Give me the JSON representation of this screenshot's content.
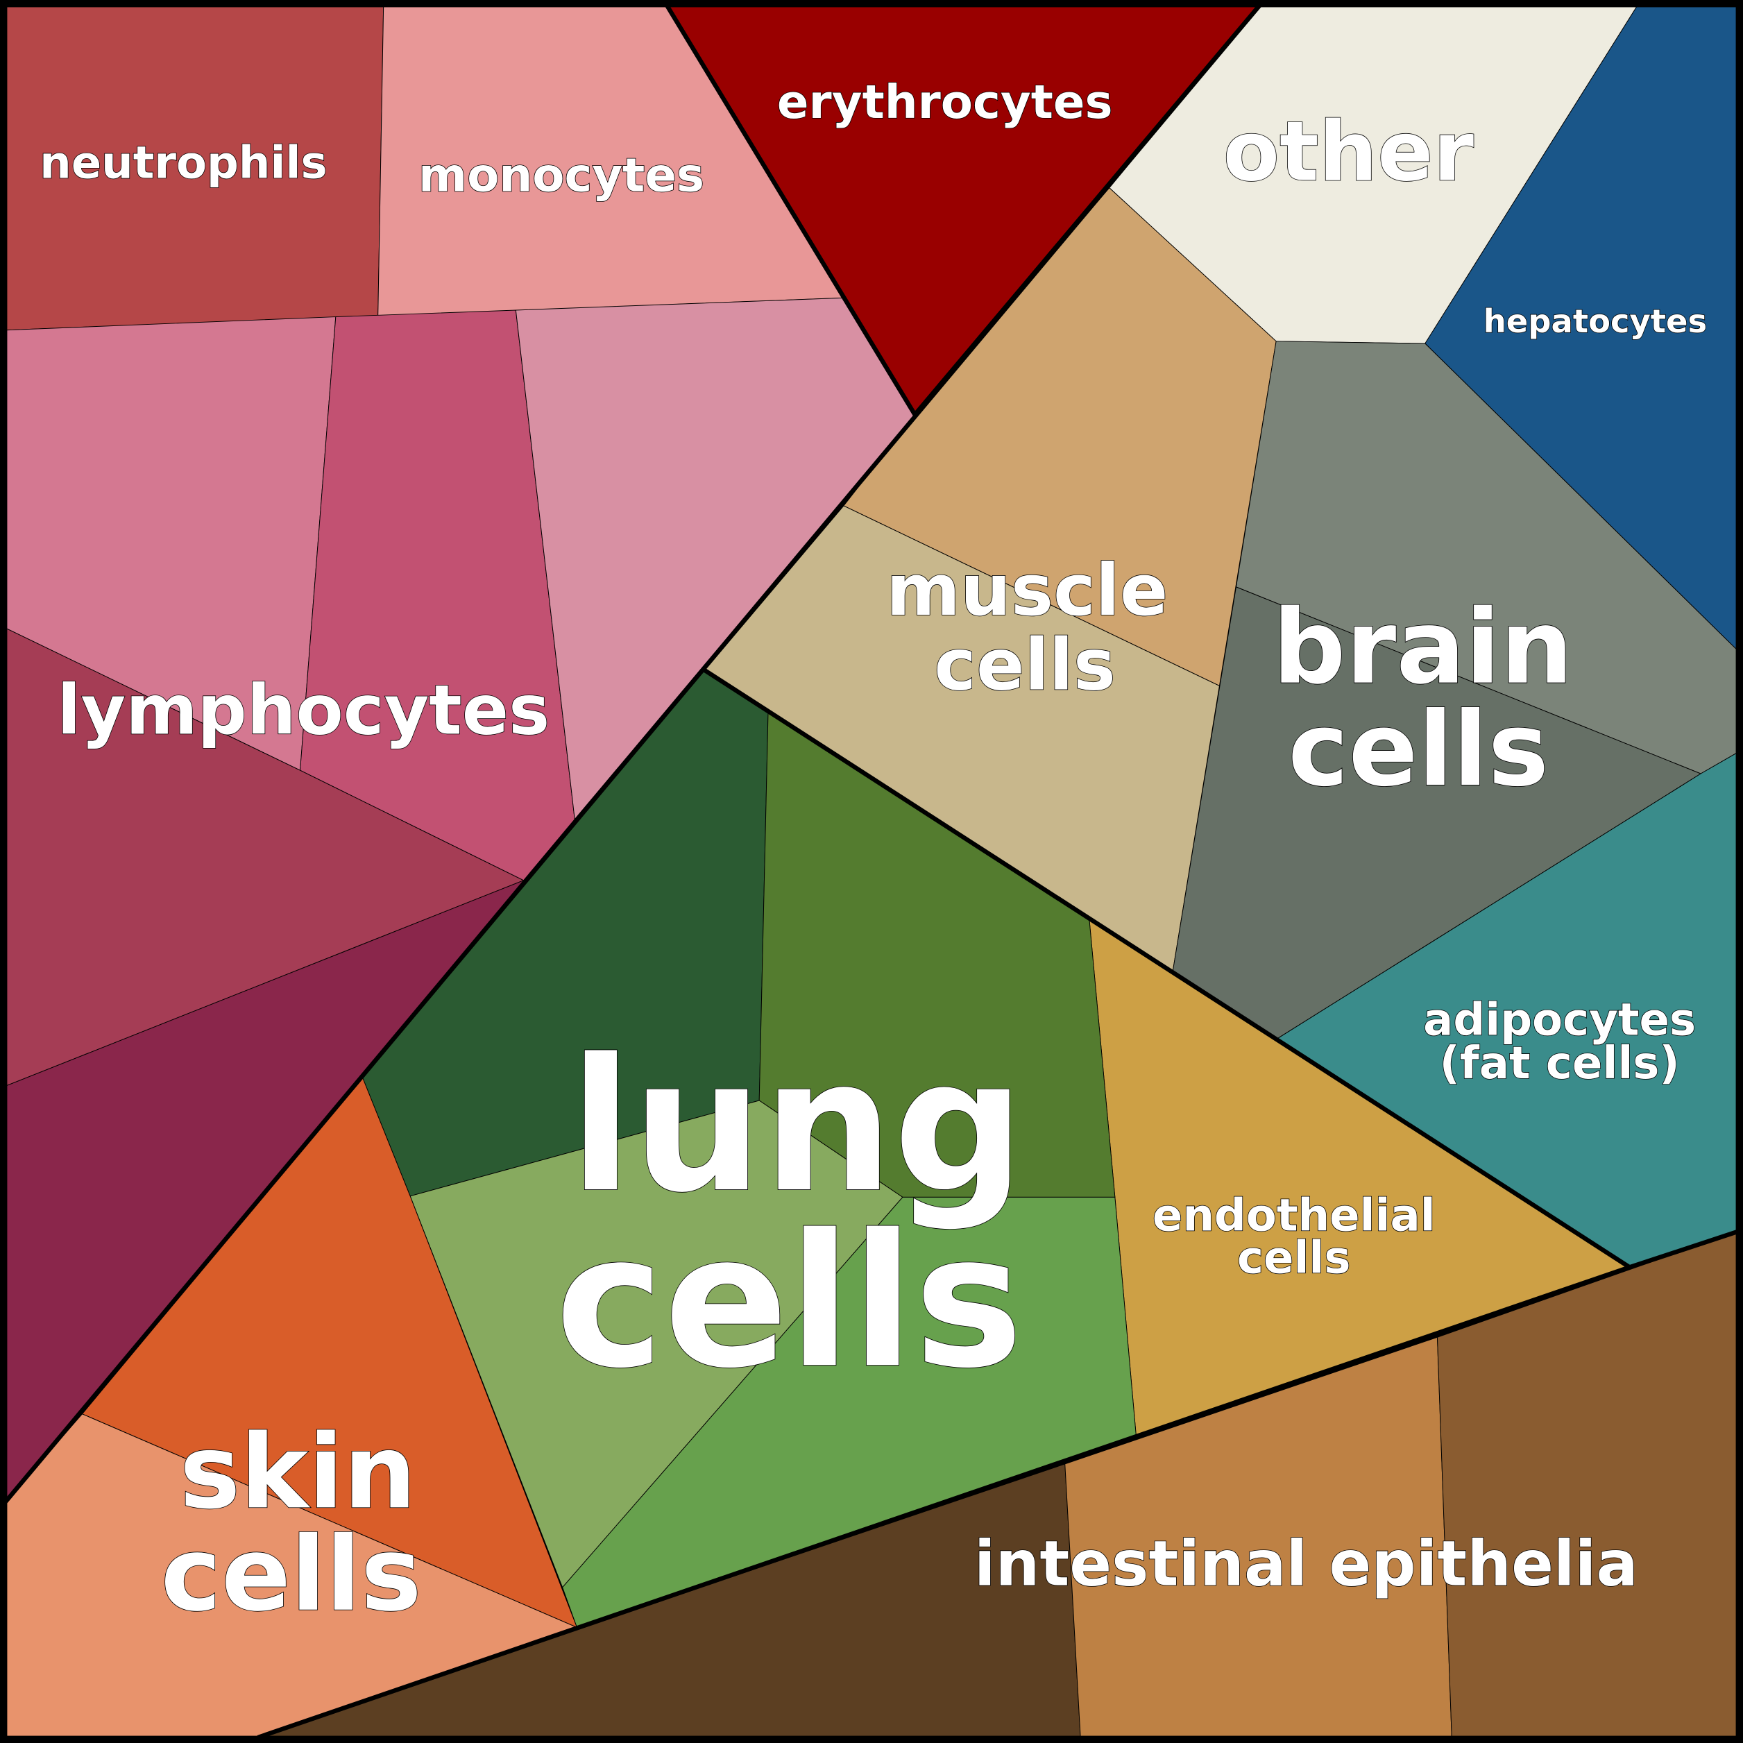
{
  "title": "Cell types voronoi treemap",
  "groups": {
    "neutrophils": {
      "label": "neutrophils",
      "colors": [
        "#b54748"
      ]
    },
    "monocytes": {
      "label": "monocytes",
      "colors": [
        "#e89797"
      ]
    },
    "erythrocytes": {
      "label": "erythrocytes",
      "colors": [
        "#990000"
      ]
    },
    "other": {
      "label": "other",
      "colors": [
        "#eeece0"
      ]
    },
    "hepatocytes": {
      "label": "hepatocytes",
      "colors": [
        "#1a5689"
      ]
    },
    "muscle": {
      "label_line1": "muscle",
      "label_line2": "cells",
      "colors": [
        "#cfa46f",
        "#c8b78c"
      ]
    },
    "brain": {
      "label_line1": "brain",
      "label_line2": "cells",
      "colors": [
        "#7b8479",
        "#667066"
      ]
    },
    "lymphocytes": {
      "label": "lymphocytes",
      "colors": [
        "#d47891",
        "#c25172",
        "#d890a3",
        "#a53d55",
        "#8a264b"
      ]
    },
    "adipocytes": {
      "label_line1": "adipocytes",
      "label_line2": "(fat cells)",
      "colors": [
        "#3a8c8b"
      ]
    },
    "endothelial": {
      "label_line1": "endothelial",
      "label_line2": "cells",
      "colors": [
        "#cda045"
      ]
    },
    "lung": {
      "label_line1": "lung",
      "label_line2": "cells",
      "colors": [
        "#2b5b32",
        "#547c2f",
        "#87aa5f",
        "#67a14d"
      ]
    },
    "skin": {
      "label_line1": "skin",
      "label_line2": "cells",
      "colors": [
        "#d95d29",
        "#e8936c"
      ]
    },
    "intestinal": {
      "label": "intestinal epithelia",
      "colors": [
        "#5c3f22",
        "#be8144",
        "#8a5c30"
      ]
    }
  }
}
